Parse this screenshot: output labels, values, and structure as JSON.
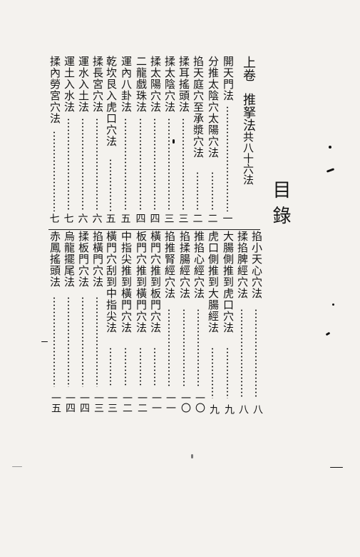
{
  "title": "目錄",
  "section": {
    "name": "上卷",
    "subtitle": "推拏法",
    "count": "共八十六法"
  },
  "upper_entries": [
    {
      "label": "開天門法",
      "page": "一"
    },
    {
      "label": "分推太陰穴太陽穴法",
      "page": "二"
    },
    {
      "label": "掐天庭穴至承漿穴法",
      "page": "二"
    },
    {
      "label": "揉耳搖頭法",
      "page": "三"
    },
    {
      "label": "揉太陰穴法",
      "page": "三"
    },
    {
      "label": "揉太陽穴法",
      "page": "四"
    },
    {
      "label": "二龍戲珠法",
      "page": "四"
    },
    {
      "label": "運內八卦法",
      "page": "五"
    },
    {
      "label": "乾坎艮入虎口穴法",
      "page": "五"
    },
    {
      "label": "揉長宮穴法",
      "page": "六"
    },
    {
      "label": "運水入土法",
      "page": "六"
    },
    {
      "label": "運土入水法",
      "page": "七"
    },
    {
      "label": "揉內勞宮穴法",
      "page": "七"
    }
  ],
  "lower_entries": [
    {
      "label": "掐小天心穴法",
      "page": "八"
    },
    {
      "label": "揉掐脾經穴法",
      "page": "八"
    },
    {
      "label": "大腸側推到虎口穴法",
      "page": "九"
    },
    {
      "label": "虎口側推到大腸經法",
      "page": "九"
    },
    {
      "label": "推掐心經穴法",
      "page": "一〇"
    },
    {
      "label": "掐揉腸經穴法",
      "page": "一〇"
    },
    {
      "label": "掐推腎經穴法",
      "page": "一一"
    },
    {
      "label": "橫門穴推到板門穴法",
      "page": "一一"
    },
    {
      "label": "板門穴推到橫門穴法",
      "page": "一二"
    },
    {
      "label": "中指尖推到橫門穴法",
      "page": "一二"
    },
    {
      "label": "橫門穴刮到中指尖法",
      "page": "一三"
    },
    {
      "label": "掐橫門穴法",
      "page": "一三"
    },
    {
      "label": "揉板門穴法",
      "page": "一四"
    },
    {
      "label": "烏龍擺尾法",
      "page": "一四"
    },
    {
      "label": "赤鳳搖頭法",
      "page": "一五"
    }
  ]
}
